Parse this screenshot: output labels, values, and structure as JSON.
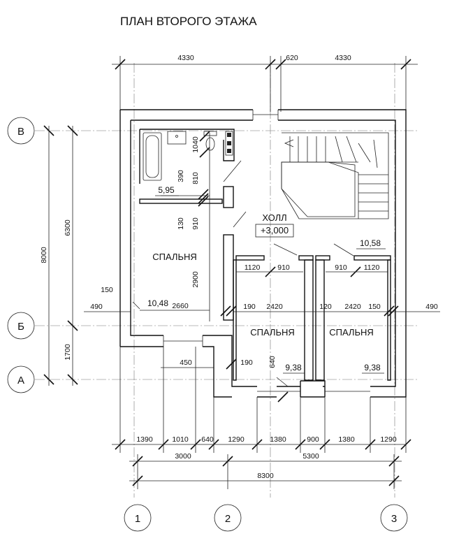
{
  "title": "ПЛАН ВТОРОГО ЭТАЖА",
  "axes": {
    "rows": [
      "В",
      "Б",
      "А"
    ],
    "cols": [
      "1",
      "2",
      "3"
    ]
  },
  "dims": {
    "top_left": "4330",
    "top_mid": "620",
    "top_right": "4330",
    "left_total": "8000",
    "left_upper": "6300",
    "left_lower": "1700",
    "bottom_1": [
      "1390",
      "1010",
      "640",
      "1290",
      "1380",
      "900",
      "1380",
      "1290"
    ],
    "bottom_2_left": "3000",
    "bottom_2_right": "5300",
    "bottom_3": "8300",
    "left_offset": "490",
    "right_offset": "490",
    "wall_150": "150",
    "inner": {
      "d1040": "1040",
      "d390": "390",
      "d810": "810",
      "d130": "130",
      "d910v": "910",
      "d2900": "2900",
      "d2660": "2660",
      "d1120a": "1120",
      "d910a": "910",
      "d910b": "910",
      "d1120b": "1120",
      "d190a": "190",
      "d2420a": "2420",
      "d120": "120",
      "d2420b": "2420",
      "d150": "150",
      "d450": "450",
      "d190b": "190",
      "d640": "640"
    }
  },
  "rooms": {
    "hall_name": "ХОЛЛ",
    "hall_level": "+3,000",
    "hall_area": "10,58",
    "bath_area": "5,95",
    "bedroom_left_name": "СПАЛЬНЯ",
    "bedroom_left_area": "10,48",
    "bedroom_mid_name": "СПАЛЬНЯ",
    "bedroom_mid_area": "9,38",
    "bedroom_right_name": "СПАЛЬНЯ",
    "bedroom_right_area": "9,38"
  }
}
